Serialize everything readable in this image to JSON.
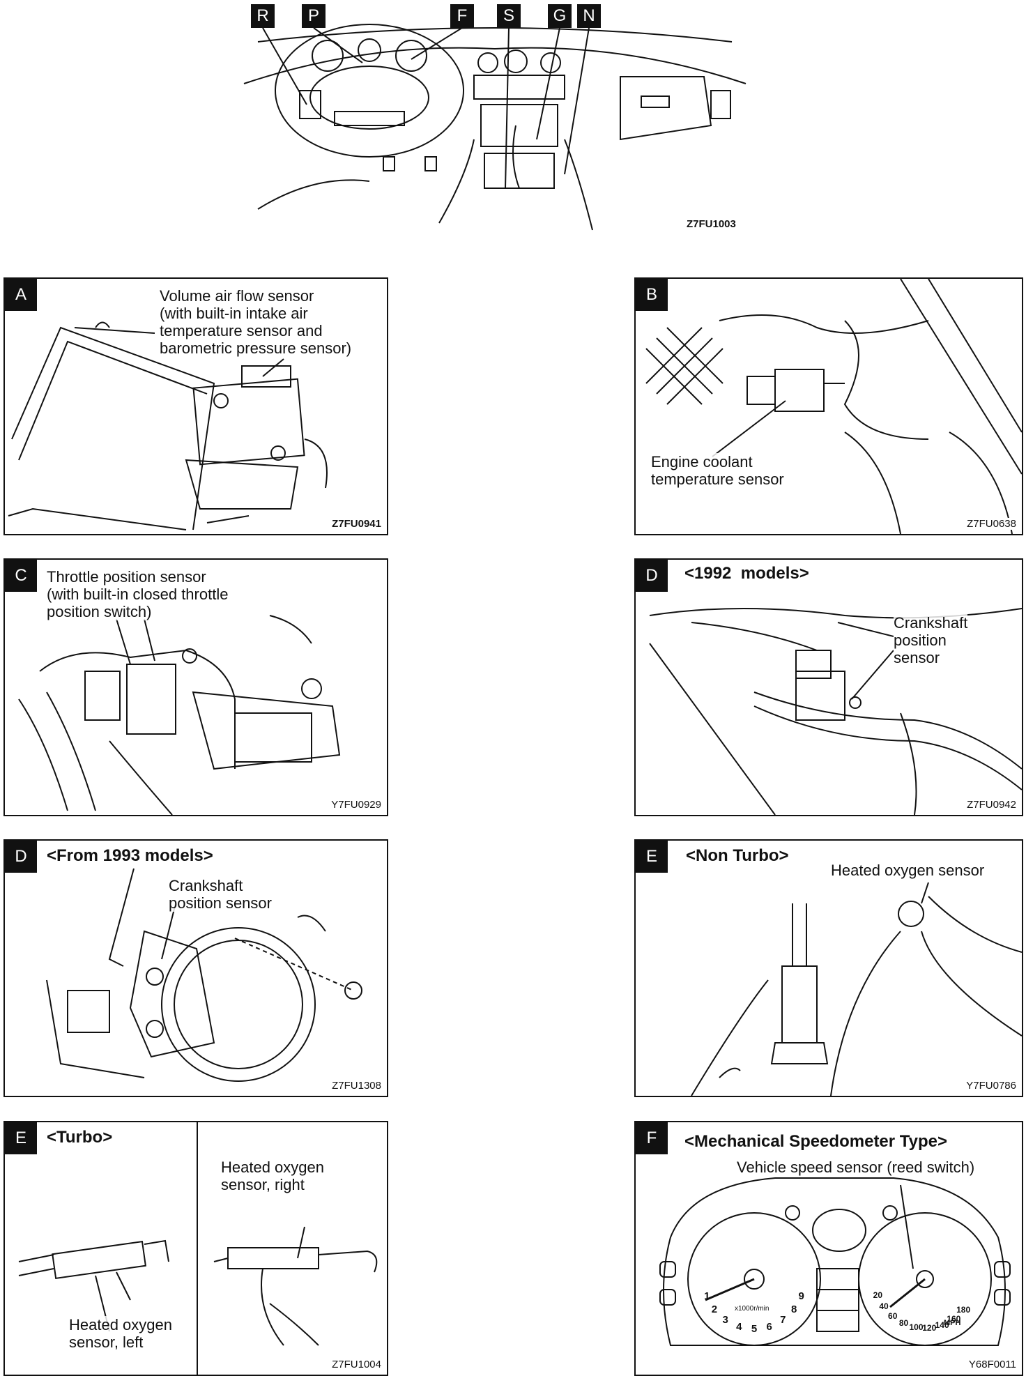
{
  "overview": {
    "location_tags": [
      "R",
      "P",
      "F",
      "S",
      "G",
      "N"
    ],
    "figure_code": "Z7FU1003"
  },
  "panels": {
    "A": {
      "tag": "A",
      "label": "Volume air flow sensor\n(with built-in intake air\ntemperature sensor and\nbarometric pressure sensor)",
      "code": "Z7FU0941"
    },
    "B": {
      "tag": "B",
      "label": "Engine coolant\ntemperature sensor",
      "code": "Z7FU0638"
    },
    "C": {
      "tag": "C",
      "label": "Throttle position sensor\n(with built-in closed throttle\nposition switch)",
      "code": "Y7FU0929"
    },
    "D1": {
      "tag": "D",
      "heading": "<1992  models>",
      "label": "Crankshaft\nposition\nsensor",
      "code": "Z7FU0942"
    },
    "D2": {
      "tag": "D",
      "heading": "<From 1993 models>",
      "label": "Crankshaft\nposition sensor",
      "code": "Z7FU1308"
    },
    "E1": {
      "tag": "E",
      "heading": "<Non Turbo>",
      "label": "Heated oxygen sensor",
      "code": "Y7FU0786"
    },
    "E2": {
      "tag": "E",
      "heading": "<Turbo>",
      "label_right": "Heated oxygen\nsensor, right",
      "label_left": "Heated oxygen\nsensor, left",
      "code": "Z7FU1004"
    },
    "F": {
      "tag": "F",
      "heading": "<Mechanical Speedometer Type>",
      "label": "Vehicle speed sensor (reed switch)",
      "code": "Y68F0011",
      "tacho_ticks": [
        "1",
        "2",
        "3",
        "4",
        "5",
        "6",
        "7",
        "8",
        "9"
      ],
      "speedo_ticks": [
        "20",
        "40",
        "60",
        "80",
        "100",
        "120",
        "140",
        "160",
        "180"
      ],
      "tacho_unit": "x1000r/min",
      "speedo_unit": "MPH"
    }
  }
}
